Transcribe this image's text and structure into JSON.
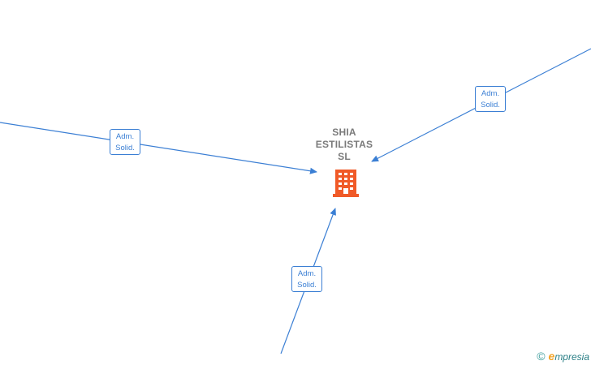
{
  "company": {
    "name_lines": [
      "SHIA",
      "ESTILISTAS",
      "SL"
    ],
    "icon": "building-icon",
    "icon_color": "#f05a28"
  },
  "edges": [
    {
      "id": "left",
      "label_line1": "Adm.",
      "label_line2": "Solid."
    },
    {
      "id": "right",
      "label_line1": "Adm.",
      "label_line2": "Solid."
    },
    {
      "id": "bottom",
      "label_line1": "Adm.",
      "label_line2": "Solid."
    }
  ],
  "colors": {
    "edge": "#3b7fd4",
    "label_text": "#7a7a7a"
  },
  "watermark": {
    "copyright": "©",
    "brand_initial": "e",
    "brand_rest": "mpresia"
  }
}
